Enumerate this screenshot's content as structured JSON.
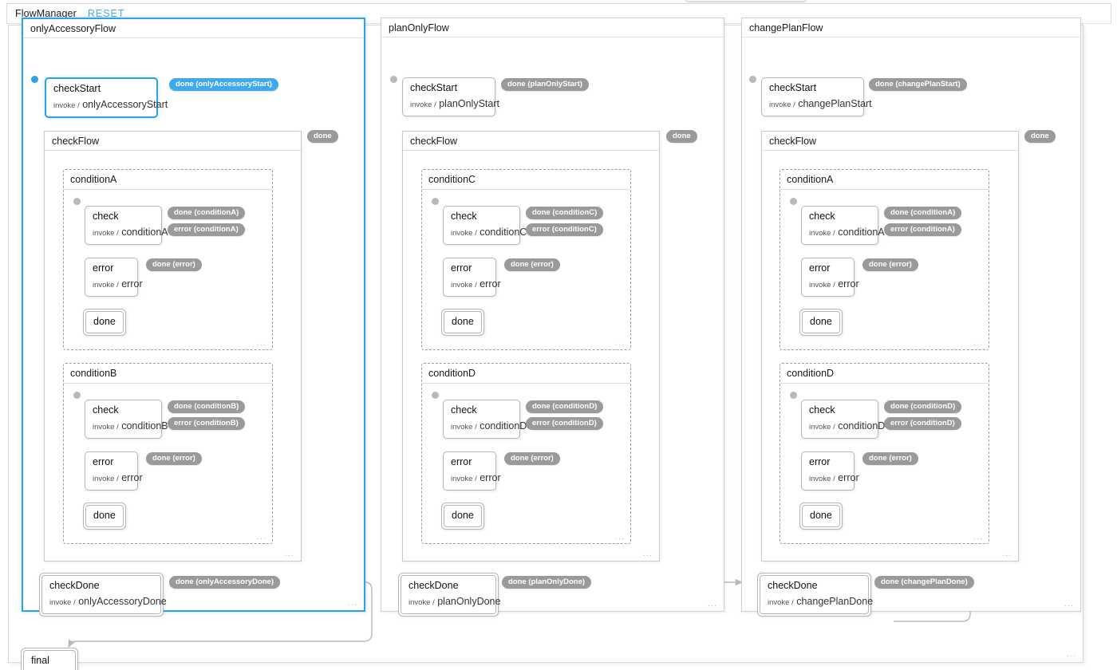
{
  "header": {
    "app_title": "FlowManager",
    "reset_label": "RESET"
  },
  "colors": {
    "accent_blue": "#2fa1e5",
    "badge_grey": "#9a9a9a",
    "badge_blue": "#3fa9ef",
    "border_grey": "#b6b6b6",
    "canvas_white": "#ffffff"
  },
  "ellipsis": "...",
  "invoke_keyword": "invoke /",
  "flows": [
    {
      "id": "onlyAccessoryFlow",
      "title": "onlyAccessoryFlow",
      "active": true,
      "start": {
        "name": "checkStart",
        "invoke": "onlyAccessoryStart",
        "active": true,
        "transition": "done (onlyAccessoryStart)",
        "transition_active": true
      },
      "subflow": {
        "title": "checkFlow",
        "transition": "done",
        "regions": [
          {
            "title": "conditionA",
            "check": {
              "name": "check",
              "invoke": "conditionA"
            },
            "error": {
              "name": "error",
              "invoke": "error"
            },
            "done": {
              "name": "done"
            },
            "transitions": [
              "done (conditionA)",
              "error (conditionA)",
              "done (error)"
            ]
          },
          {
            "title": "conditionB",
            "check": {
              "name": "check",
              "invoke": "conditionB"
            },
            "error": {
              "name": "error",
              "invoke": "error"
            },
            "done": {
              "name": "done"
            },
            "transitions": [
              "done (conditionB)",
              "error (conditionB)",
              "done (error)"
            ]
          }
        ]
      },
      "done": {
        "name": "checkDone",
        "invoke": "onlyAccessoryDone",
        "transition": "done (onlyAccessoryDone)"
      }
    },
    {
      "id": "planOnlyFlow",
      "title": "planOnlyFlow",
      "active": false,
      "start": {
        "name": "checkStart",
        "invoke": "planOnlyStart",
        "active": false,
        "transition": "done (planOnlyStart)",
        "transition_active": false
      },
      "subflow": {
        "title": "checkFlow",
        "transition": "done",
        "regions": [
          {
            "title": "conditionC",
            "check": {
              "name": "check",
              "invoke": "conditionC"
            },
            "error": {
              "name": "error",
              "invoke": "error"
            },
            "done": {
              "name": "done"
            },
            "transitions": [
              "done (conditionC)",
              "error (conditionC)",
              "done (error)"
            ]
          },
          {
            "title": "conditionD",
            "check": {
              "name": "check",
              "invoke": "conditionD"
            },
            "error": {
              "name": "error",
              "invoke": "error"
            },
            "done": {
              "name": "done"
            },
            "transitions": [
              "done (conditionD)",
              "error (conditionD)",
              "done (error)"
            ]
          }
        ]
      },
      "done": {
        "name": "checkDone",
        "invoke": "planOnlyDone",
        "transition": "done (planOnlyDone)"
      }
    },
    {
      "id": "changePlanFlow",
      "title": "changePlanFlow",
      "active": false,
      "start": {
        "name": "checkStart",
        "invoke": "changePlanStart",
        "active": false,
        "transition": "done (changePlanStart)",
        "transition_active": false
      },
      "subflow": {
        "title": "checkFlow",
        "transition": "done",
        "regions": [
          {
            "title": "conditionA",
            "check": {
              "name": "check",
              "invoke": "conditionA"
            },
            "error": {
              "name": "error",
              "invoke": "error"
            },
            "done": {
              "name": "done"
            },
            "transitions": [
              "done (conditionA)",
              "error (conditionA)",
              "done (error)"
            ]
          },
          {
            "title": "conditionD",
            "check": {
              "name": "check",
              "invoke": "conditionD"
            },
            "error": {
              "name": "error",
              "invoke": "error"
            },
            "done": {
              "name": "done"
            },
            "transitions": [
              "done (conditionD)",
              "error (conditionD)",
              "done (error)"
            ]
          }
        ]
      },
      "done": {
        "name": "checkDone",
        "invoke": "changePlanDone",
        "transition": "done (changePlanDone)"
      }
    }
  ],
  "final_state": {
    "name": "final"
  }
}
